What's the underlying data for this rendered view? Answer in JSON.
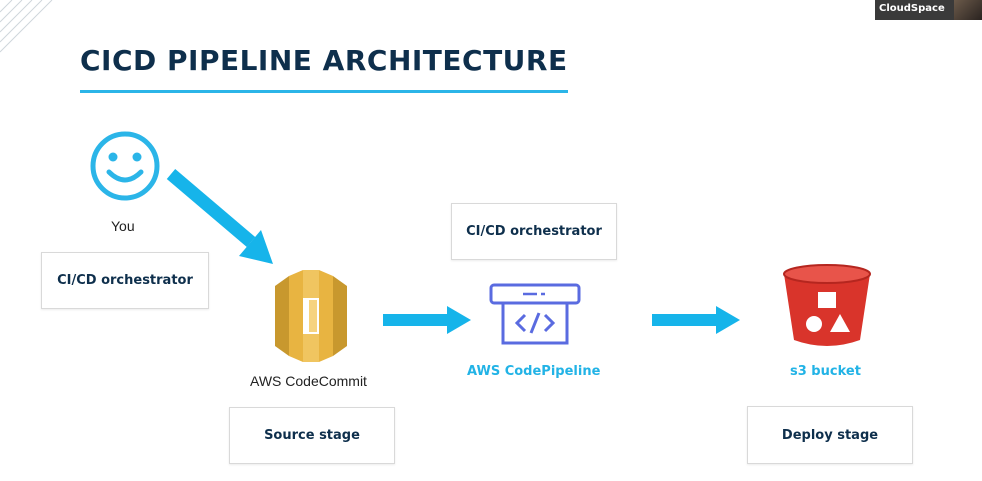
{
  "slide": {
    "title": "CICD PIPELINE ARCHITECTURE",
    "you_label": "You",
    "boxes": {
      "left_orchestrator": "CI/CD orchestrator",
      "top_orchestrator": "CI/CD orchestrator",
      "source_stage": "Source stage",
      "deploy_stage": "Deploy stage"
    },
    "services": {
      "codecommit": "AWS CodeCommit",
      "codepipeline": "AWS CodePipeline",
      "s3": "s3 bucket"
    }
  },
  "overlay": {
    "presenter_label": "CloudSpace"
  },
  "colors": {
    "title": "#0e2f4c",
    "accent": "#2bb5e8",
    "codecommit": "#e8b441",
    "codepipeline": "#5a6be0",
    "s3": "#d9342b"
  },
  "icons": {
    "you": "smiley-face-icon",
    "codecommit": "aws-codecommit-icon",
    "codepipeline": "aws-codepipeline-icon",
    "s3": "s3-bucket-icon"
  }
}
